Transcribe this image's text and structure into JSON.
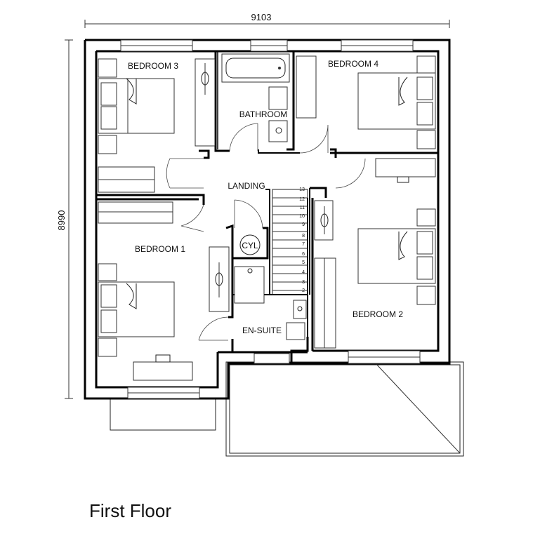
{
  "plan": {
    "title": "First Floor",
    "width_dimension": "9103",
    "height_dimension": "8990",
    "rooms": {
      "bedroom3": "BEDROOM 3",
      "bathroom": "BATHROOM",
      "bedroom4": "BEDROOM 4",
      "landing": "LANDING",
      "bedroom1": "BEDROOM 1",
      "cylinder": "CYL",
      "ensuite": "EN-SUITE",
      "bedroom2": "BEDROOM 2"
    },
    "stair_steps": [
      "13",
      "12",
      "11",
      "10",
      "9",
      "8",
      "7",
      "6",
      "5",
      "4",
      "3",
      "2"
    ]
  }
}
